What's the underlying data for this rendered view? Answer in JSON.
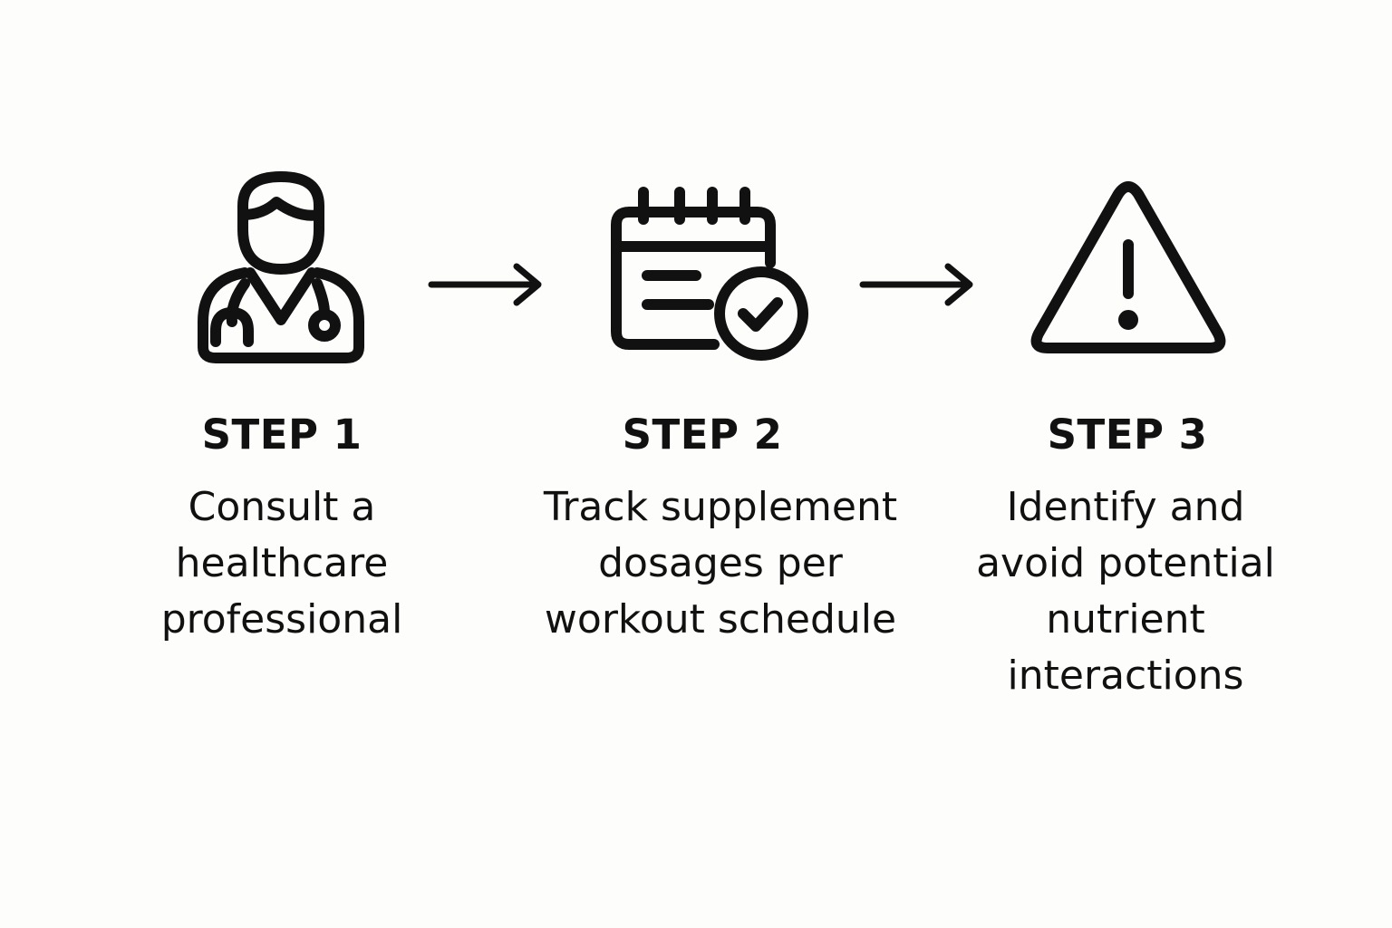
{
  "diagram": {
    "steps": [
      {
        "icon": "doctor-icon",
        "title": "STEP 1",
        "lines": [
          "Consult a",
          "healthcare",
          "professional"
        ]
      },
      {
        "icon": "calendar-check-icon",
        "title": "STEP 2",
        "lines": [
          "Track supplement",
          "dosages per",
          "workout schedule"
        ]
      },
      {
        "icon": "warning-triangle-icon",
        "title": "STEP 3",
        "lines": [
          "Identify and",
          "avoid potential",
          "nutrient",
          "interactions"
        ]
      }
    ],
    "connectors": [
      "arrow-right-icon",
      "arrow-right-icon"
    ],
    "colors": {
      "background": "#fdfdfb",
      "ink": "#111111"
    }
  }
}
